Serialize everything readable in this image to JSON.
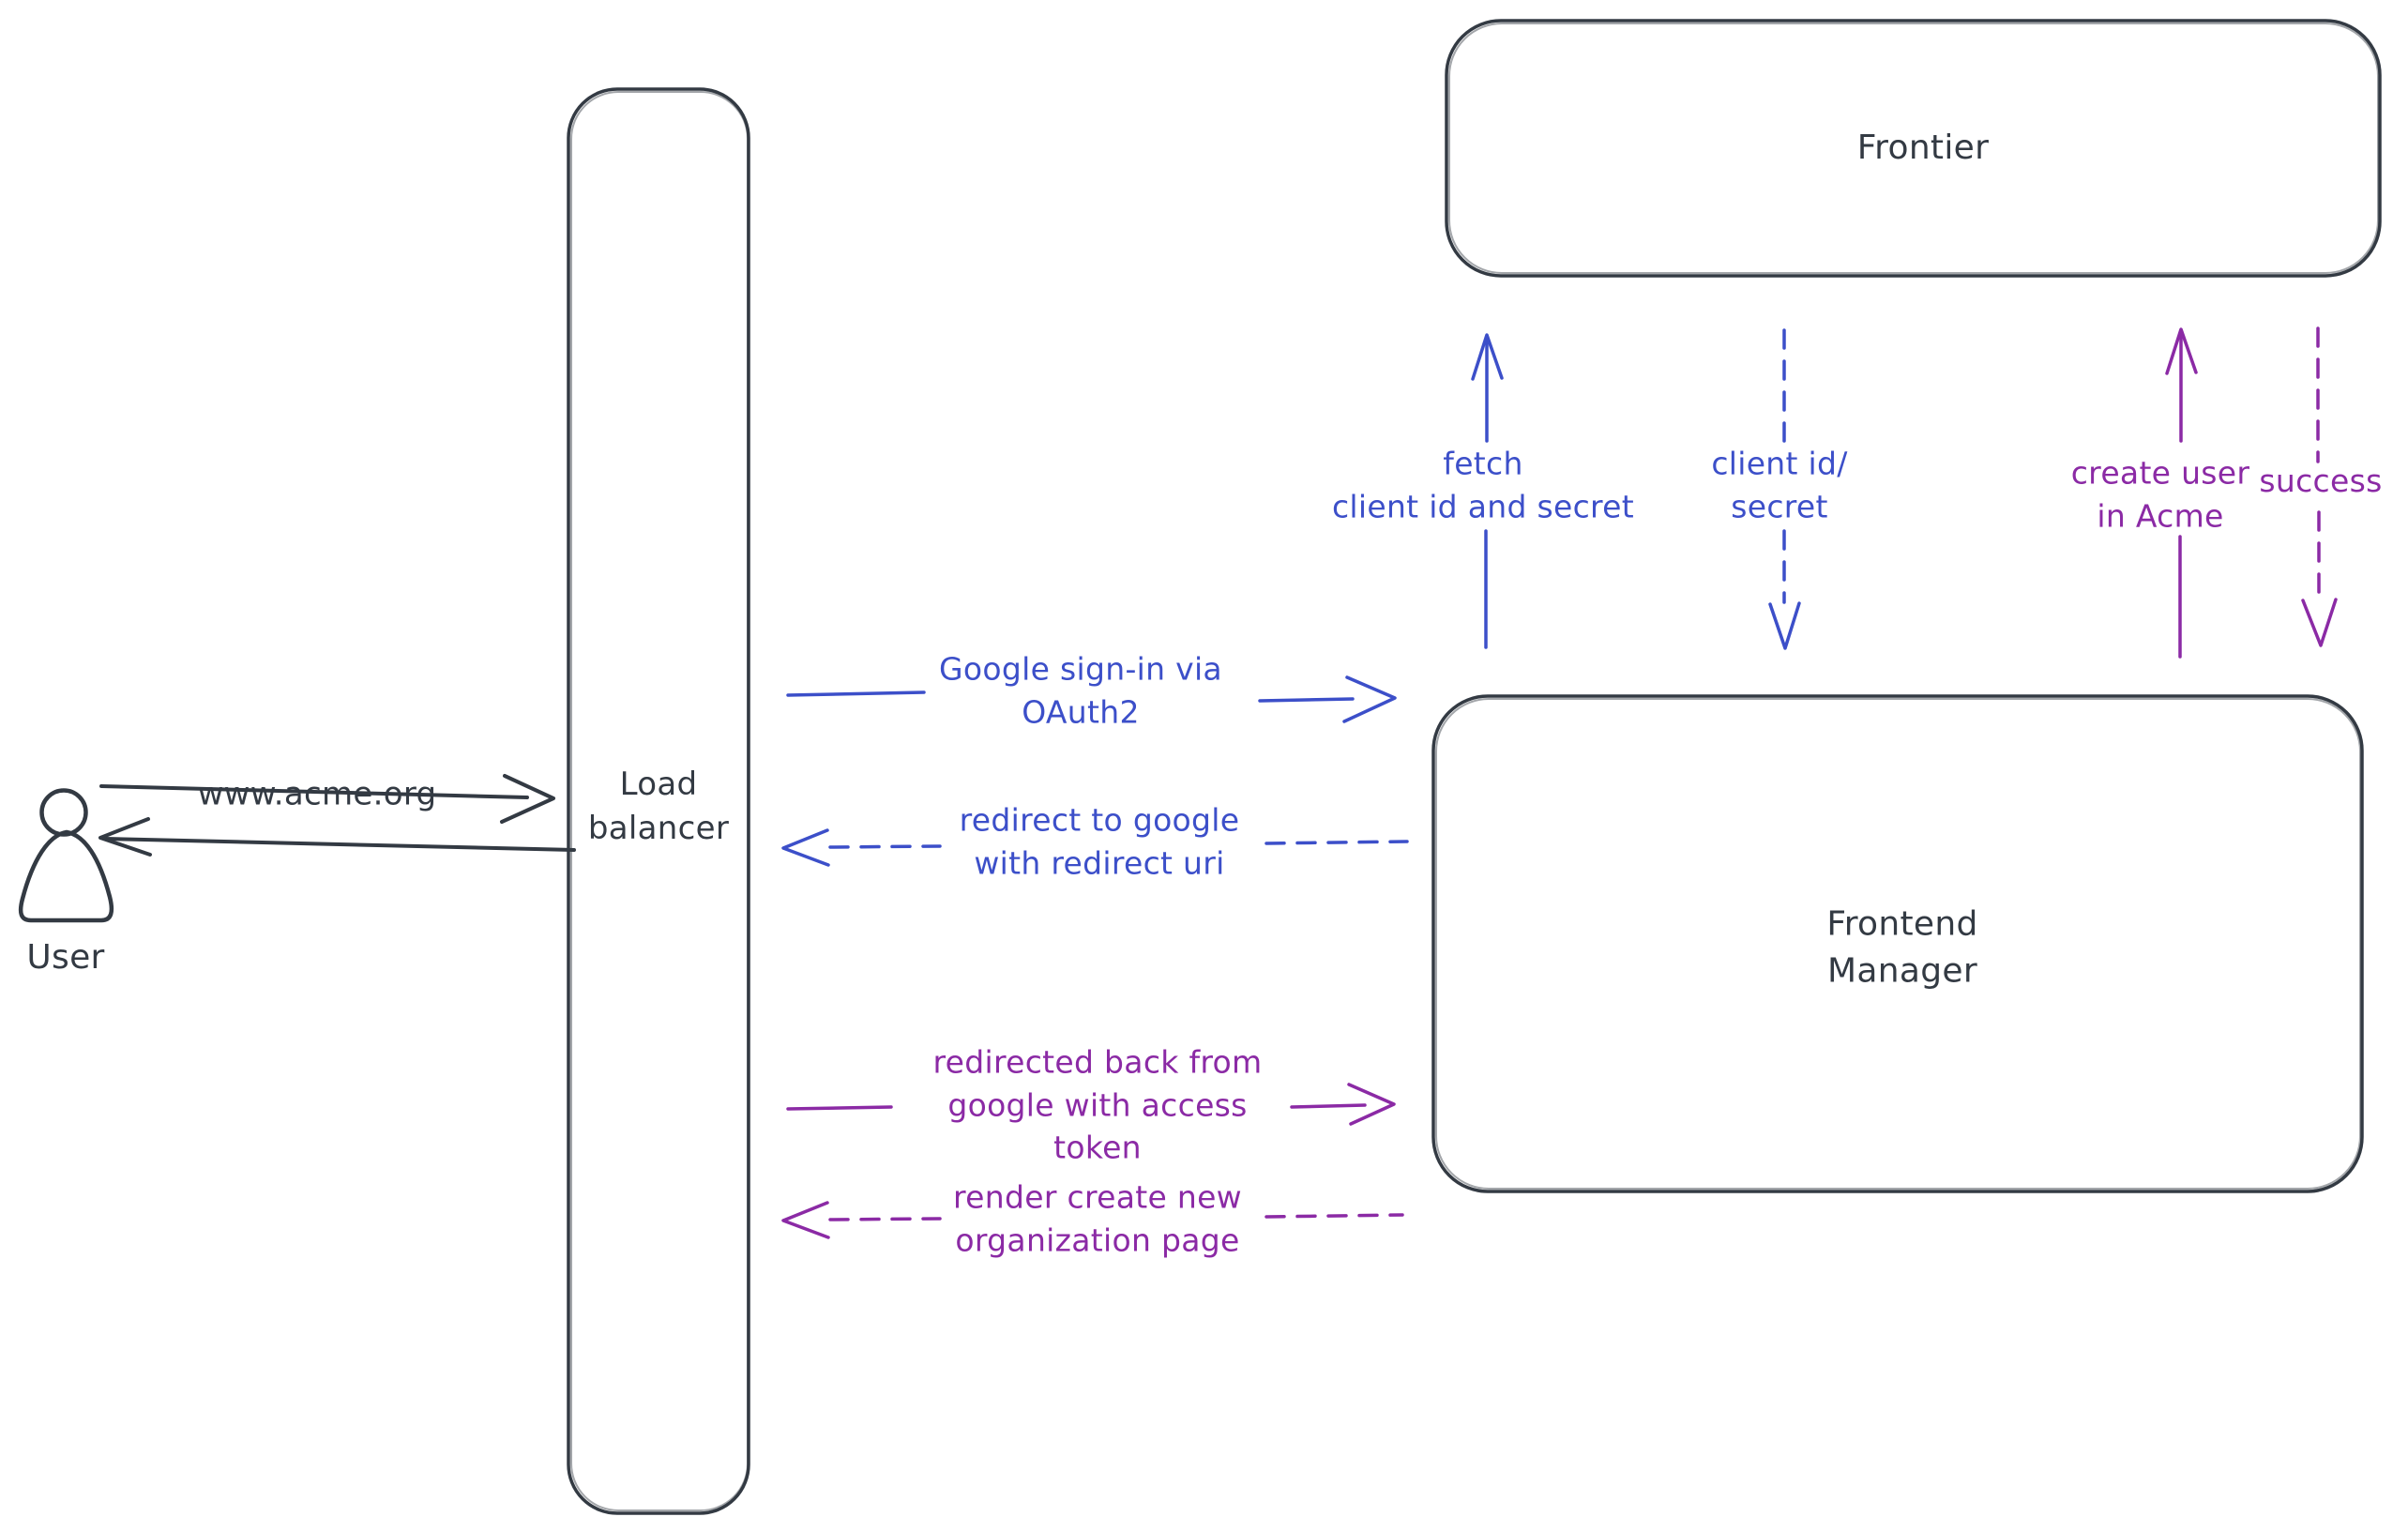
{
  "nodes": {
    "user": {
      "label": "User"
    },
    "load_balancer": {
      "label": "Load\nbalancer"
    },
    "frontier": {
      "label": "Frontier"
    },
    "frontend_manager": {
      "label": "Frontend\nManager"
    }
  },
  "edges": {
    "www_acme": {
      "label": "www.acme.org",
      "color": "dark",
      "style": "solid",
      "direction": "user-to-load-balancer"
    },
    "return_to_user": {
      "label": "",
      "color": "dark",
      "style": "solid",
      "direction": "load-balancer-to-user"
    },
    "google_signin": {
      "label": "Google sign-in via\nOAuth2",
      "color": "blue",
      "style": "solid",
      "direction": "load-balancer-to-frontend-manager"
    },
    "redirect_google": {
      "label": "redirect to google\nwith redirect uri",
      "color": "blue",
      "style": "dashed",
      "direction": "frontend-manager-to-load-balancer"
    },
    "redirected_back": {
      "label": "redirected back from\ngoogle with access\ntoken",
      "color": "purple",
      "style": "solid",
      "direction": "load-balancer-to-frontend-manager"
    },
    "render_org_page": {
      "label": "render create new\norganization page",
      "color": "purple",
      "style": "dashed",
      "direction": "frontend-manager-to-load-balancer"
    },
    "fetch_client": {
      "label": "fetch\nclient id and secret",
      "color": "blue",
      "style": "solid",
      "direction": "frontend-manager-to-frontier"
    },
    "client_id_secret": {
      "label": "client id/\nsecret",
      "color": "blue",
      "style": "dashed",
      "direction": "frontier-to-frontend-manager"
    },
    "create_user": {
      "label": "create user\nin Acme",
      "color": "purple",
      "style": "solid",
      "direction": "frontend-manager-to-frontier"
    },
    "success": {
      "label": "success",
      "color": "purple",
      "style": "dashed",
      "direction": "frontier-to-frontend-manager"
    }
  },
  "colors": {
    "stroke": "#333a43",
    "blue": "#3c4fc9",
    "purple": "#8b2aa5",
    "hatch": "#ccd4df",
    "background": "#ffffff"
  }
}
